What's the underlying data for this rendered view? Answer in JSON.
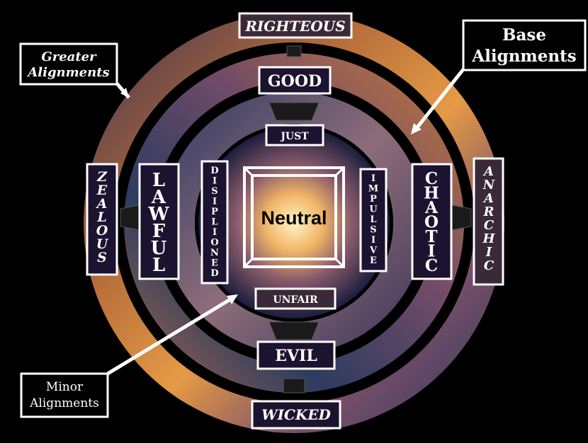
{
  "center": {
    "label": "Neutral"
  },
  "greater": {
    "top": "RIGHTEOUS",
    "bottom": "WICKED",
    "left": "ZEALOUS",
    "right": "ANARCHIC"
  },
  "base": {
    "top": "GOOD",
    "bottom": "EVIL",
    "left": "LAWFUL",
    "right": "CHAOTIC"
  },
  "minor": {
    "top": "JUST",
    "bottom": "UNFAIR",
    "left": "DISIPLIONED",
    "right": "IMPULSIVE"
  },
  "callouts": {
    "greater_line1": "Greater",
    "greater_line2": "Alignments",
    "base_line1": "Base",
    "base_line2": "Alignments",
    "minor_line1": "Minor",
    "minor_line2": "Alignments"
  },
  "colors": {
    "background": "#000000",
    "label_fill": "#1c1330",
    "border": "#ffffff",
    "cosmic_core": "#f1c27a"
  }
}
